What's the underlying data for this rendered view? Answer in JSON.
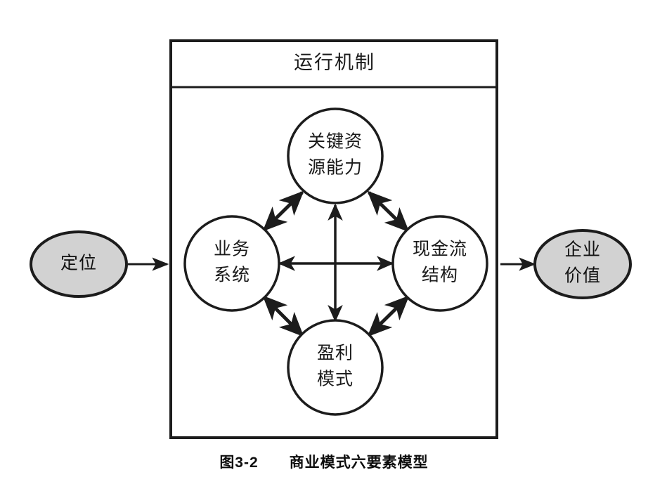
{
  "figure": {
    "caption_number": "图3-2",
    "caption_gap": "　　",
    "caption_title": "商业模式六要素模型",
    "caption_full": "图3-2　　商业模式六要素模型"
  },
  "panel": {
    "title": "运行机制"
  },
  "terminals": {
    "input": {
      "label": "定位",
      "lines": [
        "定位"
      ],
      "fill_color": "#d2d2d2",
      "stroke_color": "#1c1c1c"
    },
    "output": {
      "label": "企业价值",
      "lines": [
        "企业",
        "价值"
      ],
      "fill_color": "#d2d2d2",
      "stroke_color": "#1c1c1c"
    }
  },
  "nodes": [
    {
      "id": "key-resources",
      "label": "关键资源能力",
      "lines": [
        "关键资",
        "源能力"
      ],
      "position": "top"
    },
    {
      "id": "business-system",
      "label": "业务系统",
      "lines": [
        "业务",
        "系统"
      ],
      "position": "left"
    },
    {
      "id": "cash-flow-structure",
      "label": "现金流结构",
      "lines": [
        "现金流",
        "结构"
      ],
      "position": "right"
    },
    {
      "id": "profit-model",
      "label": "盈利模式",
      "lines": [
        "盈利",
        "模式"
      ],
      "position": "bottom"
    }
  ],
  "connectors": [
    {
      "id": "input-to-panel",
      "from": "定位",
      "to": "运行机制",
      "style": "single-arrow"
    },
    {
      "id": "panel-to-output",
      "from": "运行机制",
      "to": "企业价值",
      "style": "single-arrow"
    },
    {
      "id": "business-system-to-cash-flow",
      "from": "业务系统",
      "to": "现金流结构",
      "style": "double-arrow"
    },
    {
      "id": "key-resources-to-profit-model",
      "from": "关键资源能力",
      "to": "盈利模式",
      "style": "double-arrow"
    },
    {
      "id": "business-system-to-key-resources",
      "from": "业务系统",
      "to": "关键资源能力",
      "style": "double-arrow"
    },
    {
      "id": "key-resources-to-cash-flow",
      "from": "关键资源能力",
      "to": "现金流结构",
      "style": "double-arrow"
    },
    {
      "id": "business-system-to-profit-model",
      "from": "业务系统",
      "to": "盈利模式",
      "style": "double-arrow"
    },
    {
      "id": "profit-model-to-cash-flow",
      "from": "盈利模式",
      "to": "现金流结构",
      "style": "double-arrow"
    }
  ],
  "colors": {
    "background": "#ffffff",
    "stroke": "#1c1c1c",
    "terminal_fill": "#d2d2d2",
    "text": "#1a1a1a"
  }
}
